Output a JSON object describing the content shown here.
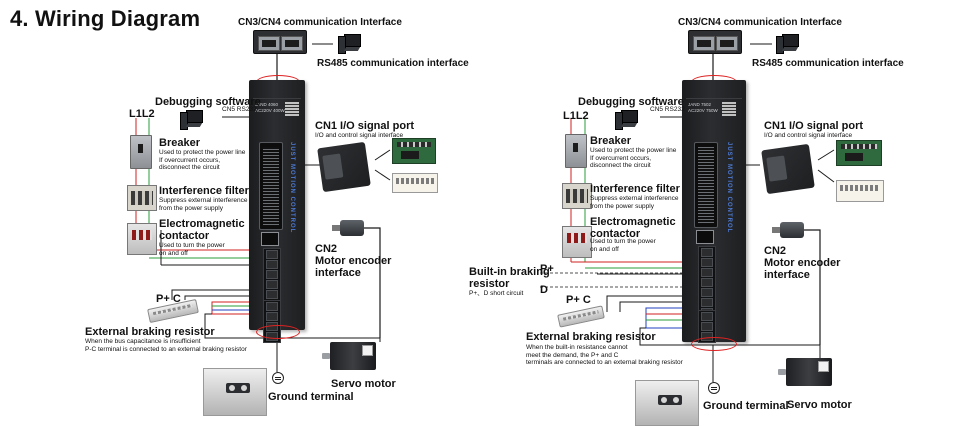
{
  "title": "4. Wiring Diagram",
  "left": {
    "cn3": "CN3/CN4 communication Interface",
    "rs485": "RS485 communication interface",
    "debug": "Debugging software",
    "cn5": "CN5 RS232",
    "l1l2": "L1L2",
    "breaker": "Breaker",
    "breaker_desc": [
      "Used to protect the power line",
      "If overcurrent occurs,",
      "disconnect the circuit"
    ],
    "filter": "Interference filter",
    "filter_desc": [
      "Suppress external interference",
      "from the power supply"
    ],
    "contactor": [
      "Electromagnetic",
      "contactor"
    ],
    "contactor_desc": [
      "Used to turn the power",
      "on and off"
    ],
    "cn1": "CN1   I/O signal port",
    "cn1_desc": "I/O and control signal interface",
    "cn2": [
      "CN2",
      "Motor encoder",
      "interface"
    ],
    "pc_label": "P+   C",
    "ext_res": "External braking resistor",
    "ext_res_desc": [
      "When the bus capacitance is insufficient",
      "P-C terminal is connected to an external braking resistor"
    ],
    "servo": "Servo motor",
    "ground": "Ground terminal",
    "model": [
      "JAND 4060",
      "AC220V 400W"
    ],
    "brand": "JUST MOTION CONTROL"
  },
  "right": {
    "cn3": "CN3/CN4 communication Interface",
    "rs485": "RS485 communication interface",
    "debug": "Debugging software",
    "cn5": "CN5 RS232",
    "l1l2": "L1L2",
    "breaker": "Breaker",
    "breaker_desc": [
      "Used to protect the power line",
      "If overcurrent occurs,",
      "disconnect the circuit"
    ],
    "filter": "Interference filter",
    "filter_desc": [
      "Suppress external interference",
      "from the power supply"
    ],
    "contactor": [
      "Electromagnetic",
      "contactor"
    ],
    "contactor_desc": [
      "Used to turn the power",
      "on and off"
    ],
    "cn1": "CN1   I/O signal port",
    "cn1_desc": "I/O and control signal interface",
    "cn2": [
      "CN2",
      "Motor encoder",
      "interface"
    ],
    "builtin": [
      "Built-in braking",
      "resistor"
    ],
    "builtin_desc": "P+、D short circuit",
    "p_plus": "P+",
    "d": "D",
    "pc_label": "P+   C",
    "ext_res": "External braking resistor",
    "ext_res_desc": [
      "When the built-in resistance cannot",
      "meet the demand, the P+ and C",
      "terminals are connected to an external braking resistor"
    ],
    "servo": "Servo motor",
    "ground": "Ground terminal",
    "model": [
      "JAND 7502",
      "AC220V 750W"
    ],
    "brand": "JUST MOTION CONTROL"
  },
  "colors": {
    "red": "#d22222",
    "green": "#2a9d3a",
    "blue": "#1f3fbf",
    "black": "#1a1a1a",
    "gray": "#8a8a8a"
  }
}
